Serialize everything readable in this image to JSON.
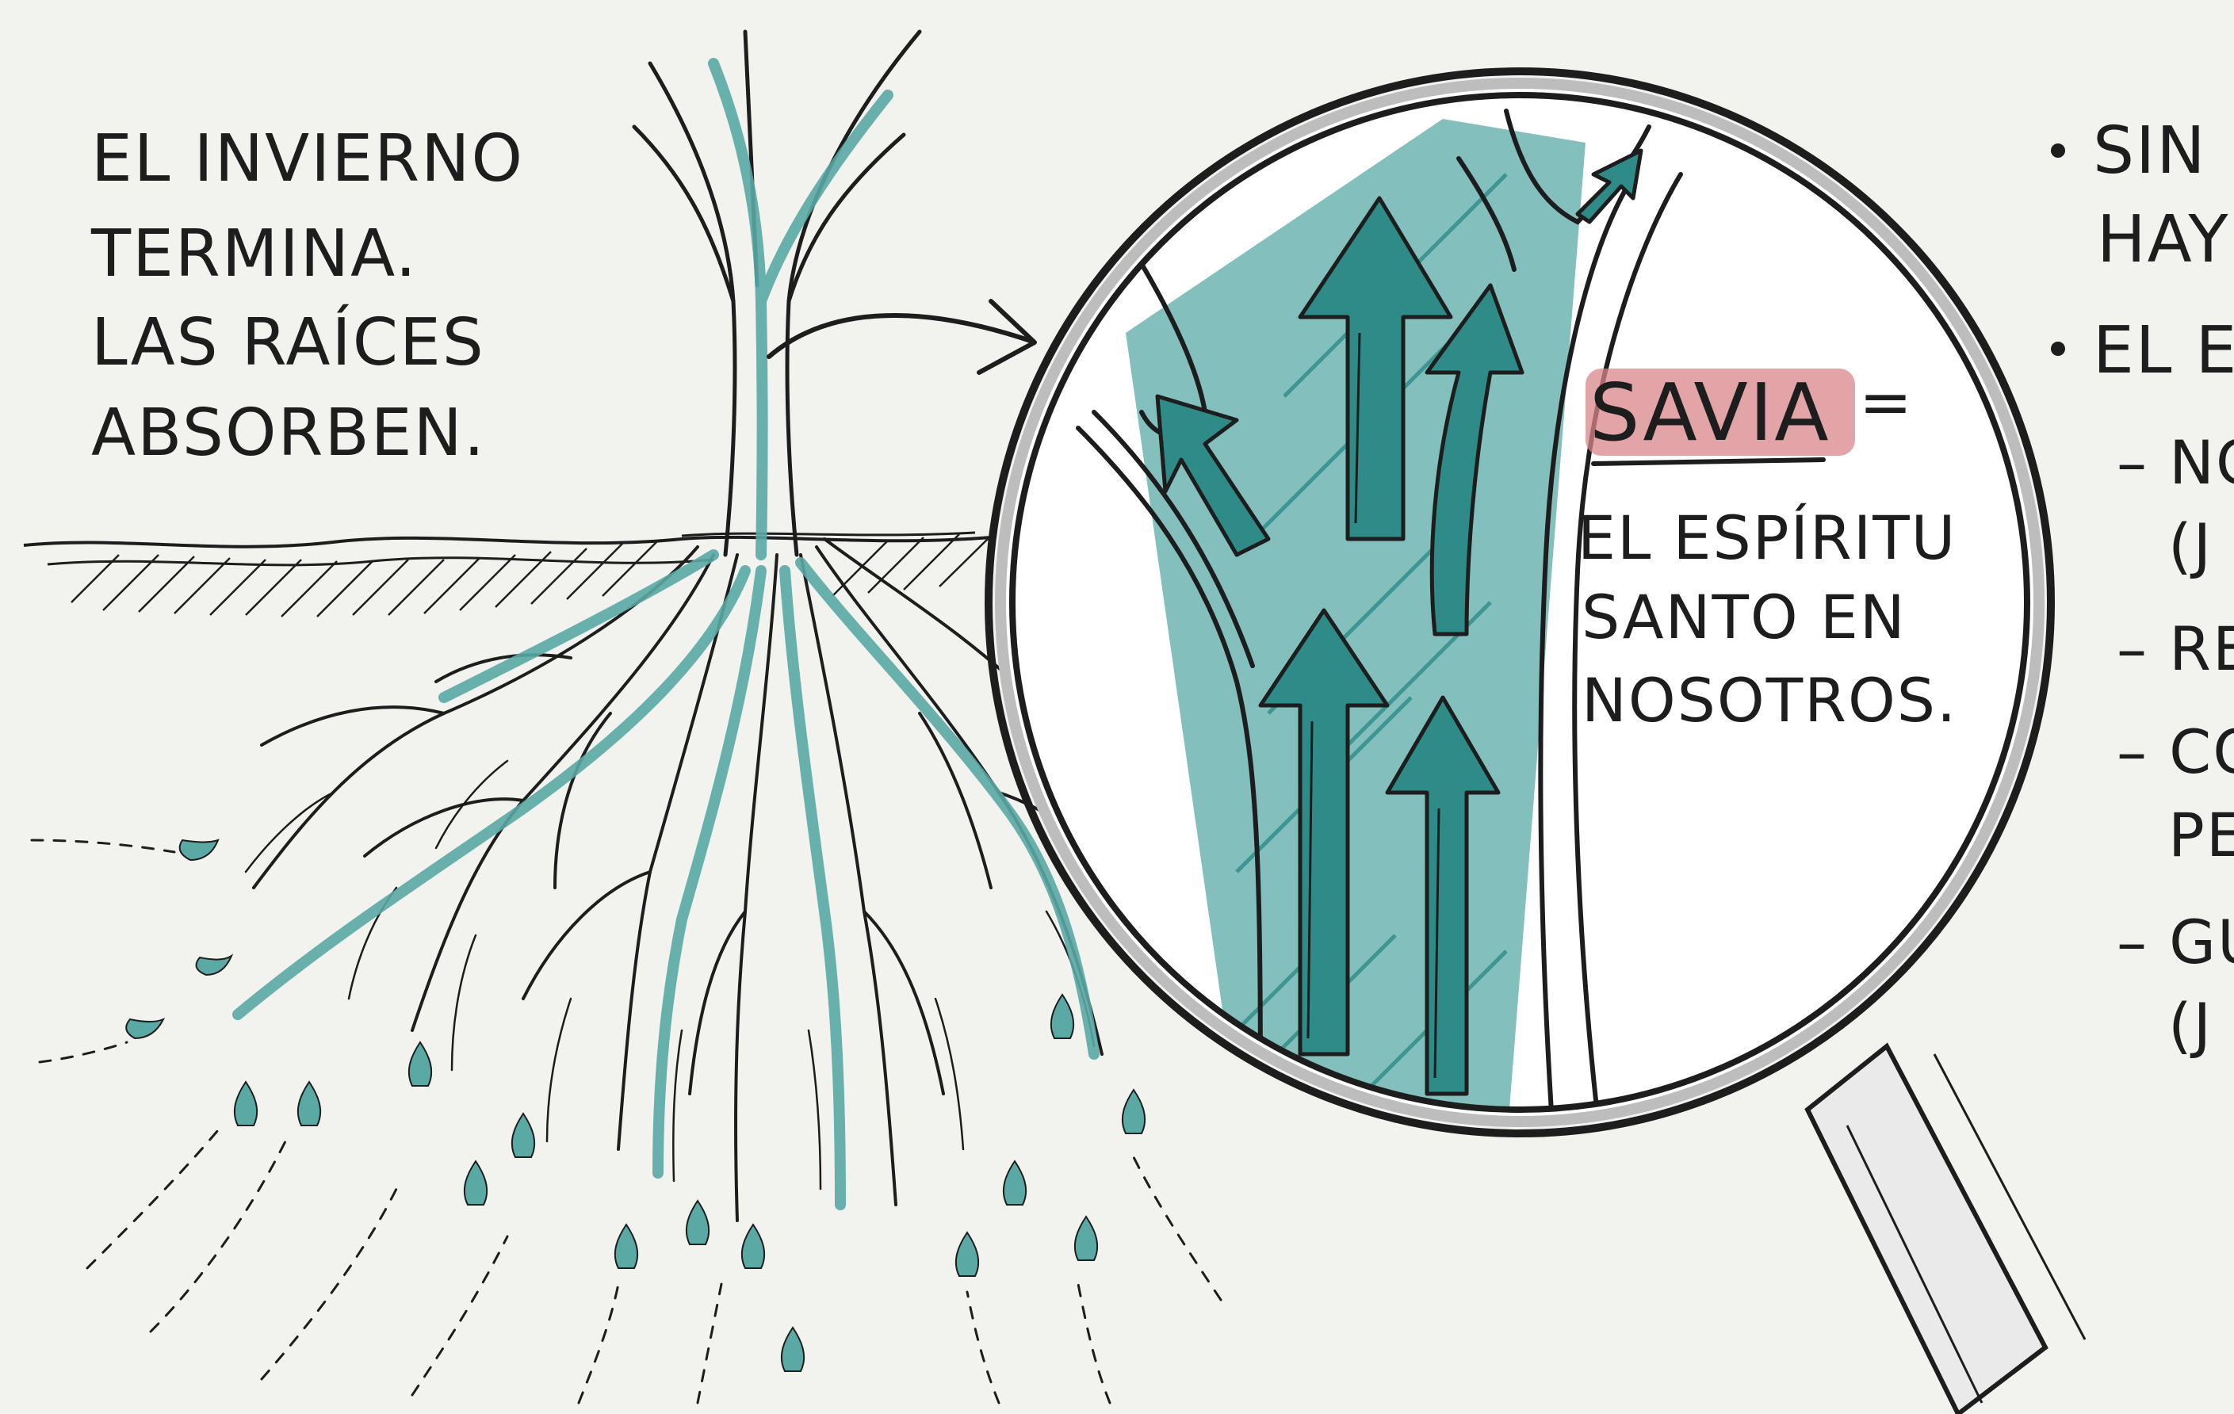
{
  "intro": {
    "lines": [
      "EL INVIERNO",
      "TERMINA.",
      "LAS RAÍCES",
      "ABSORBEN."
    ]
  },
  "lens": {
    "keyword": "SAVIA",
    "equals": "=",
    "definition_lines": [
      "EL ESPÍRITU",
      "SANTO EN",
      "NOSOTROS."
    ]
  },
  "notes": {
    "bullet_1_lines": [
      "SIN",
      "HAY"
    ],
    "bullet_2": "EL E",
    "sub_items": [
      {
        "lines": [
          "– NO",
          "(J"
        ]
      },
      {
        "lines": [
          "– RE"
        ]
      },
      {
        "lines": [
          "– CO",
          "PE"
        ]
      },
      {
        "lines": [
          "– GU",
          "(J"
        ]
      }
    ]
  },
  "colors": {
    "background": "#f2f2ef",
    "ink": "#1d1d1d",
    "sap_teal": "#5aa9a5",
    "sap_dark": "#2f8b87",
    "highlight": "#d9868a"
  }
}
